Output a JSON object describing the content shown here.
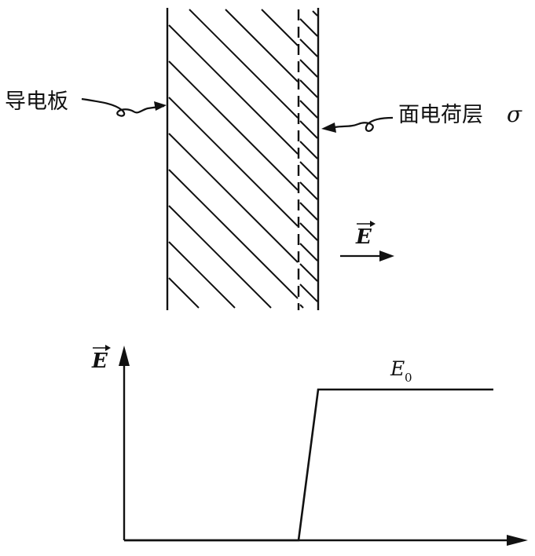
{
  "labels": {
    "plate": "导电板",
    "charge_layer": "面电荷层",
    "sigma": "σ",
    "field_vector": "E",
    "axis_y": "E",
    "field_level": "E",
    "field_level_subscript": "0"
  },
  "colors": {
    "ink": "#111111",
    "background": "#ffffff"
  }
}
